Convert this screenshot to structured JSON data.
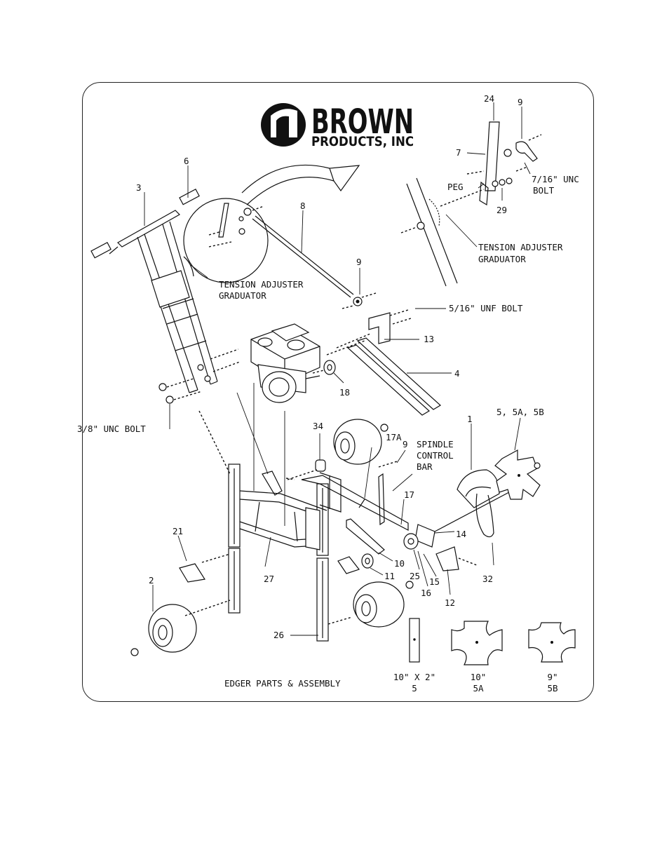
{
  "brand": {
    "name_line1": "BROWN",
    "name_line2": "PRODUCTS, INC"
  },
  "caption": "EDGER PARTS & ASSEMBLY",
  "callouts": {
    "tension_adjuster_left_1": "TENSION ADJUSTER",
    "tension_adjuster_left_2": "GRADUATOR",
    "tension_adjuster_right_1": "TENSION ADJUSTER",
    "tension_adjuster_right_2": "GRADUATOR",
    "bolt_716_1": "7/16\" UNC",
    "bolt_716_2": "BOLT",
    "peg": "PEG",
    "bolt_516": "5/16\" UNF BOLT",
    "bolt_38": "3/8\" UNC BOLT",
    "spindle_1": "SPINDLE",
    "spindle_2": "CONTROL",
    "spindle_3": "BAR"
  },
  "part_numbers": {
    "p24": "24",
    "p9a": "9",
    "p7": "7",
    "p29": "29",
    "p6": "6",
    "p3": "3",
    "p8": "8",
    "p9b": "9",
    "p13": "13",
    "p4": "4",
    "p18": "18",
    "p5set": "5, 5A, 5B",
    "p1": "1",
    "p34": "34",
    "p17a": "17A",
    "p9c": "9",
    "p17": "17",
    "p14": "14",
    "p21": "21",
    "p27": "27",
    "p10": "10",
    "p11": "11",
    "p25": "25",
    "p15": "15",
    "p16": "16",
    "p32": "32",
    "p12": "12",
    "p2": "2",
    "p26": "26"
  },
  "blade_variants": [
    {
      "size": "10\" X 2\"",
      "code": "5"
    },
    {
      "size": "10\"",
      "code": "5A"
    },
    {
      "size": "9\"",
      "code": "5B"
    }
  ]
}
